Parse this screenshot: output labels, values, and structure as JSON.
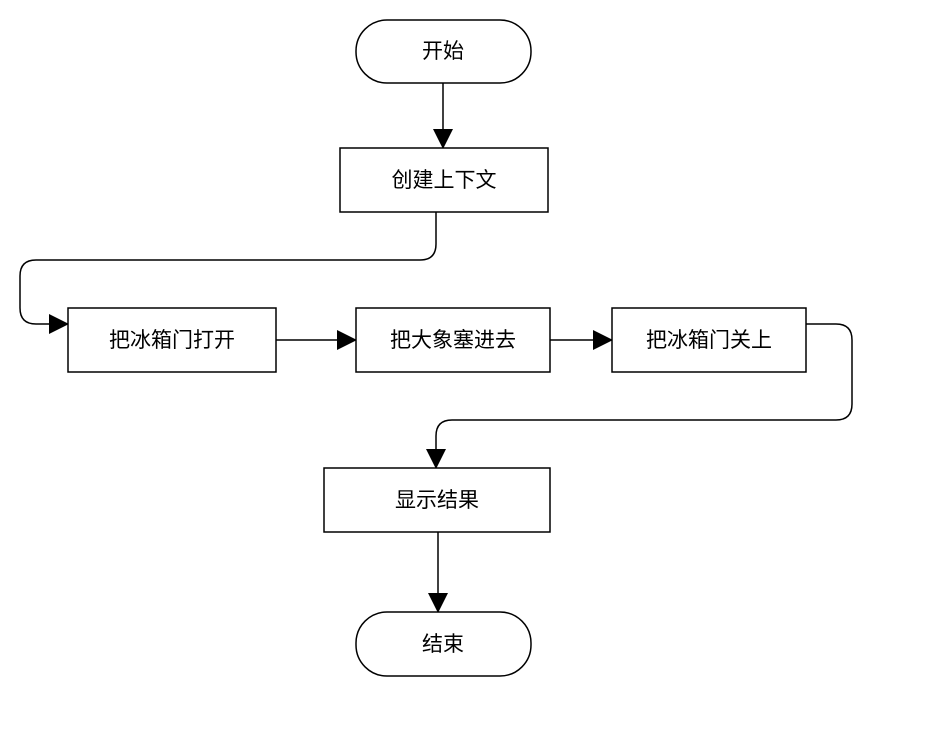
{
  "nodes": {
    "start": "开始",
    "create_context": "创建上下文",
    "open_fridge": "把冰箱门打开",
    "put_elephant": "把大象塞进去",
    "close_fridge": "把冰箱门关上",
    "show_result": "显示结果",
    "end": "结束"
  },
  "colors": {
    "stroke": "#000000",
    "fill": "#ffffff"
  }
}
